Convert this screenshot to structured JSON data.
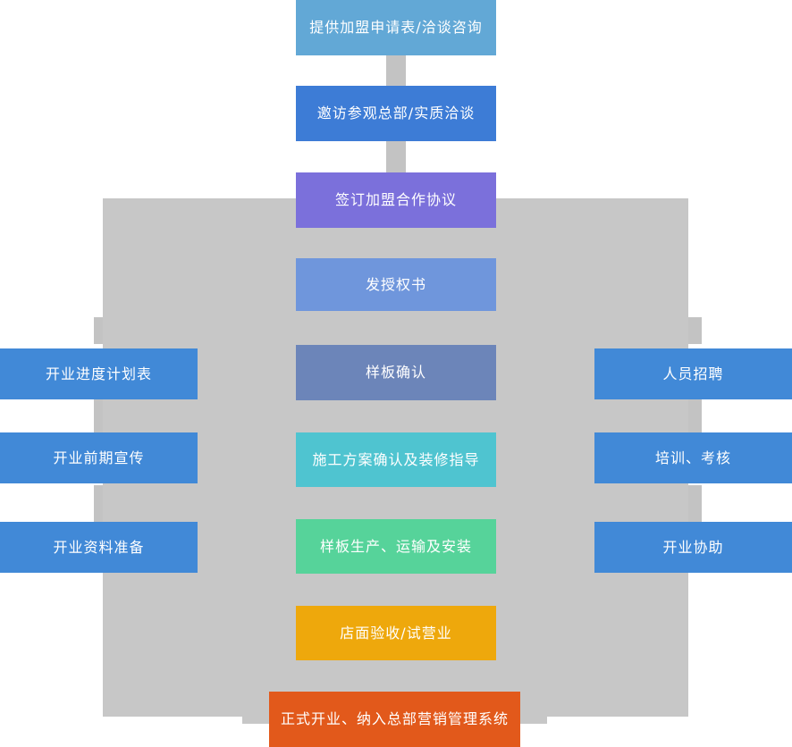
{
  "palette": {
    "panel_gray": "#c7c7c7",
    "connector_gray": "#c3c3c3",
    "side_blue": "#4189d7",
    "text_white": "#ffffff"
  },
  "flow": {
    "top": [
      {
        "label": "提供加盟申请表/洽谈咨询",
        "color": "#62a8d6"
      },
      {
        "label": "邀访参观总部/实质洽谈",
        "color": "#3d7cd6"
      },
      {
        "label": "签订加盟合作协议",
        "color": "#7b70db"
      }
    ],
    "center": [
      {
        "label": "发授权书",
        "color": "#6f96dc"
      },
      {
        "label": "样板确认",
        "color": "#6c85b9"
      },
      {
        "label": "施工方案确认及装修指导",
        "color": "#4fc4d0"
      },
      {
        "label": "样板生产、运输及安装",
        "color": "#56d39a"
      },
      {
        "label": "店面验收/试营业",
        "color": "#eea80c"
      }
    ],
    "left": [
      {
        "label": "开业进度计划表",
        "color": "#4189d7"
      },
      {
        "label": "开业前期宣传",
        "color": "#4189d7"
      },
      {
        "label": "开业资料准备",
        "color": "#4189d7"
      }
    ],
    "right": [
      {
        "label": "人员招聘",
        "color": "#4189d7"
      },
      {
        "label": "培训、考核",
        "color": "#4189d7"
      },
      {
        "label": "开业协助",
        "color": "#4189d7"
      }
    ],
    "bottom": {
      "label": "正式开业、纳入总部营销管理系统",
      "color": "#e2591b"
    }
  }
}
